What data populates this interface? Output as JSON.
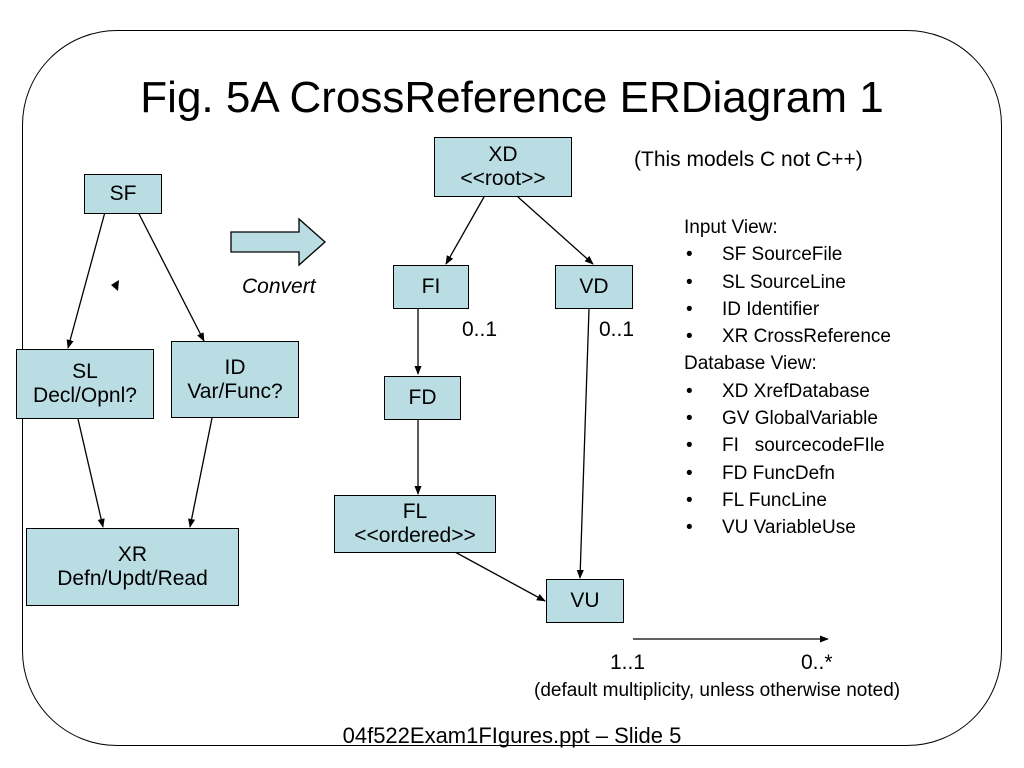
{
  "title": "Fig. 5A CrossReference ERDiagram 1",
  "note": "(This models C not C++)",
  "convert_label": "Convert",
  "left_diagram": {
    "sf": "SF",
    "sl": [
      "SL",
      "Decl/Opnl?"
    ],
    "id": [
      "ID",
      "Var/Func?"
    ],
    "xr": [
      "XR",
      "Defn/Updt/Read"
    ]
  },
  "right_diagram": {
    "xd": [
      "XD",
      "<<root>>"
    ],
    "fi": "FI",
    "vd": "VD",
    "fd": "FD",
    "fl": [
      "FL",
      "<<ordered>>"
    ],
    "vu": "VU",
    "mult_fi_fd": "0..1",
    "mult_vd_vu": "0..1"
  },
  "legend": {
    "input_header": "Input View:",
    "input_items": [
      "SF SourceFile",
      "SL SourceLine",
      "ID Identifier",
      "XR CrossReference"
    ],
    "db_header": "Database View:",
    "db_items": [
      "XD XrefDatabase",
      "GV GlobalVariable",
      "FI   sourcecodeFIle",
      "FD FuncDefn",
      "FL FuncLine",
      "VU VariableUse"
    ],
    "bullet": "•"
  },
  "multiplicity_key": {
    "left": "1..1",
    "right": "0..*",
    "caption": "(default multiplicity, unless otherwise noted)"
  },
  "footer": "04f522Exam1FIgures.ppt – Slide 5",
  "colors": {
    "box_fill": "#b9dde3",
    "stroke": "#000000"
  }
}
